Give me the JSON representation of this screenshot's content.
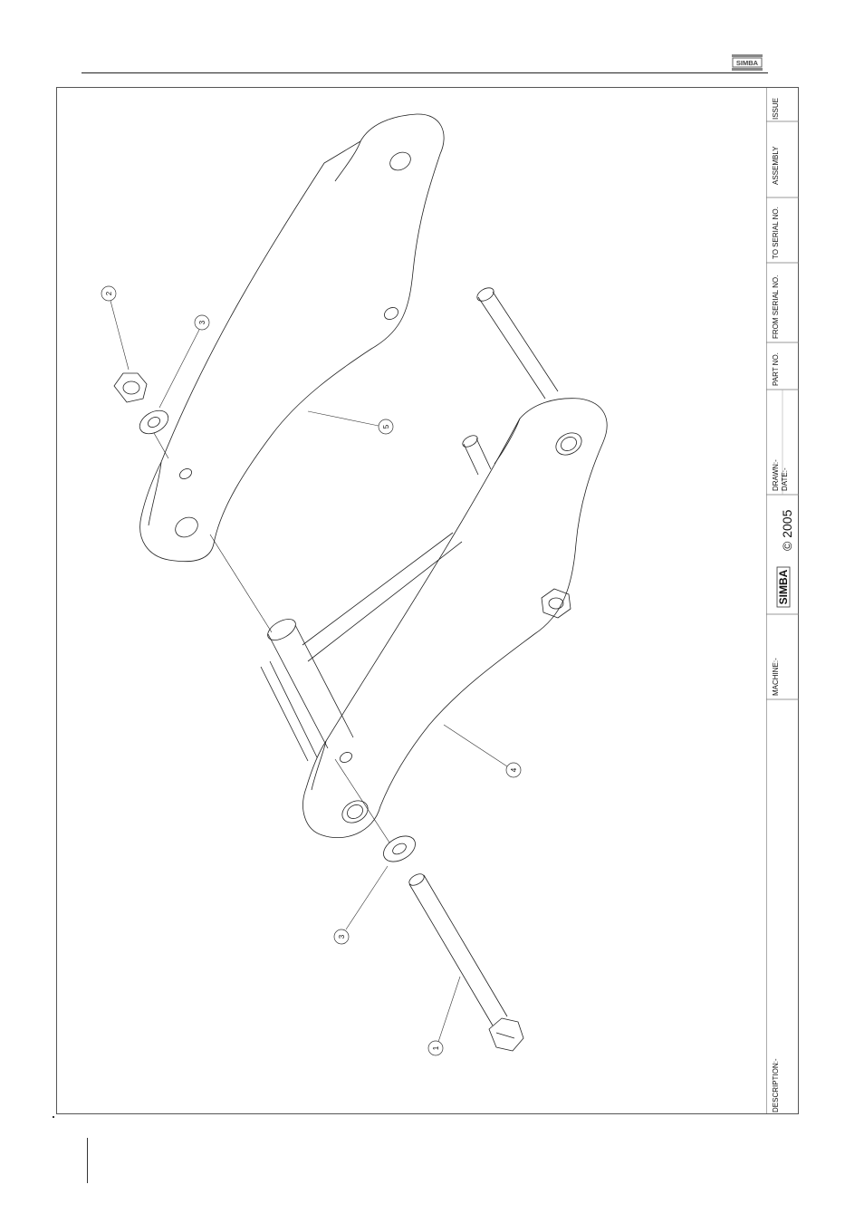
{
  "header": {
    "brand": "SIMBA"
  },
  "title_block": {
    "issue": "ISSUE",
    "assembly": "ASSEMBLY",
    "to_serial": "TO SERIAL NO.",
    "from_serial": "FROM SERIAL NO.",
    "part_no": "PART NO.",
    "drawn": "DRAWN:-",
    "date": "DATE:-",
    "copyright": "© 2005",
    "logo": "SIMBA",
    "machine": "MACHINE:-",
    "description": "DESCRIPTION:-"
  },
  "callouts": [
    {
      "label": "1"
    },
    {
      "label": "2"
    },
    {
      "label": "3"
    },
    {
      "label": "3"
    },
    {
      "label": "4"
    },
    {
      "label": "5"
    }
  ]
}
